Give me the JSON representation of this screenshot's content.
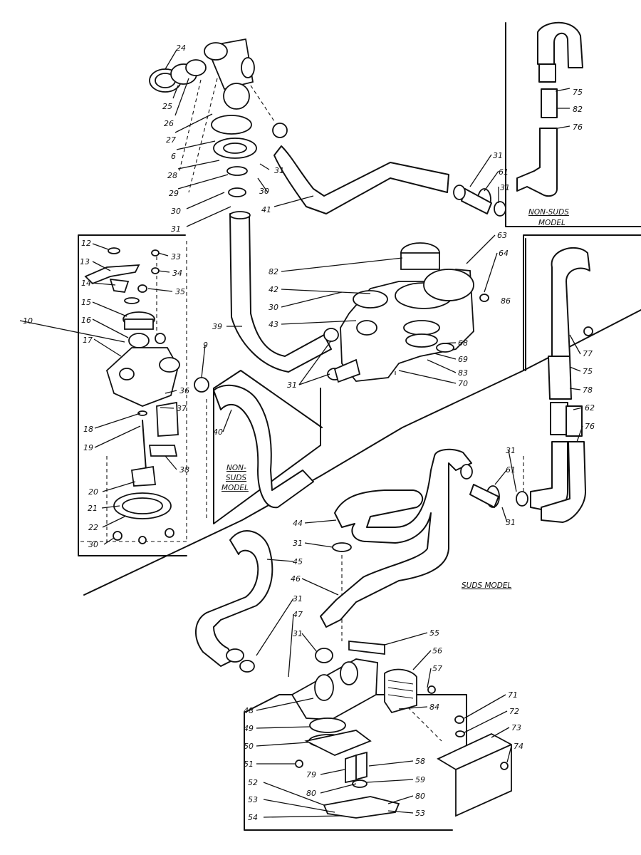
{
  "panels": {
    "non_suds_top": [
      "NON-SUDS",
      "MODEL"
    ],
    "non_suds_left": [
      "NON-",
      "SUDS",
      "MODEL"
    ],
    "suds": "SUDS MODEL"
  },
  "callouts": [
    {
      "id": "c24",
      "text": "24"
    },
    {
      "id": "c25",
      "text": "25"
    },
    {
      "id": "c26",
      "text": "26"
    },
    {
      "id": "c27",
      "text": "27"
    },
    {
      "id": "c6",
      "text": "6"
    },
    {
      "id": "c28",
      "text": "28"
    },
    {
      "id": "c29",
      "text": "29"
    },
    {
      "id": "c30a",
      "text": "30"
    },
    {
      "id": "c31a",
      "text": "31"
    },
    {
      "id": "c30b",
      "text": "30"
    },
    {
      "id": "c31b",
      "text": "31"
    },
    {
      "id": "c41",
      "text": "41"
    },
    {
      "id": "c31c",
      "text": "31"
    },
    {
      "id": "c61a",
      "text": "61"
    },
    {
      "id": "c31d",
      "text": "31"
    },
    {
      "id": "c75a",
      "text": "75"
    },
    {
      "id": "c82a",
      "text": "82"
    },
    {
      "id": "c76a",
      "text": "76"
    },
    {
      "id": "c12",
      "text": "12"
    },
    {
      "id": "c13",
      "text": "13"
    },
    {
      "id": "c14",
      "text": "14"
    },
    {
      "id": "c15",
      "text": "15"
    },
    {
      "id": "c10",
      "text": "10"
    },
    {
      "id": "c16",
      "text": "16"
    },
    {
      "id": "c17",
      "text": "17"
    },
    {
      "id": "c33",
      "text": "33"
    },
    {
      "id": "c34",
      "text": "34"
    },
    {
      "id": "c35",
      "text": "35"
    },
    {
      "id": "c36",
      "text": "36"
    },
    {
      "id": "c37",
      "text": "37"
    },
    {
      "id": "c18",
      "text": "18"
    },
    {
      "id": "c19",
      "text": "19"
    },
    {
      "id": "c38",
      "text": "38"
    },
    {
      "id": "c20",
      "text": "20"
    },
    {
      "id": "c21",
      "text": "21"
    },
    {
      "id": "c22",
      "text": "22"
    },
    {
      "id": "c30c",
      "text": "30"
    },
    {
      "id": "c9",
      "text": "9"
    },
    {
      "id": "c39",
      "text": "39"
    },
    {
      "id": "c40",
      "text": "40"
    },
    {
      "id": "c82b",
      "text": "82"
    },
    {
      "id": "c42",
      "text": "42"
    },
    {
      "id": "c30d",
      "text": "30"
    },
    {
      "id": "c43",
      "text": "43"
    },
    {
      "id": "c31e",
      "text": "31"
    },
    {
      "id": "c63",
      "text": "63"
    },
    {
      "id": "c64",
      "text": "64"
    },
    {
      "id": "c86",
      "text": "86"
    },
    {
      "id": "c68",
      "text": "68"
    },
    {
      "id": "c69",
      "text": "69"
    },
    {
      "id": "c83",
      "text": "83"
    },
    {
      "id": "c70",
      "text": "70"
    },
    {
      "id": "c77",
      "text": "77"
    },
    {
      "id": "c75b",
      "text": "75"
    },
    {
      "id": "c78",
      "text": "78"
    },
    {
      "id": "c62",
      "text": "62"
    },
    {
      "id": "c76b",
      "text": "76"
    },
    {
      "id": "c31f",
      "text": "31"
    },
    {
      "id": "c61b",
      "text": "61"
    },
    {
      "id": "c31g",
      "text": "31"
    },
    {
      "id": "c44",
      "text": "44"
    },
    {
      "id": "c31h",
      "text": "31"
    },
    {
      "id": "c45",
      "text": "45"
    },
    {
      "id": "c46",
      "text": "46"
    },
    {
      "id": "c31i",
      "text": "31"
    },
    {
      "id": "c47",
      "text": "47"
    },
    {
      "id": "c31j",
      "text": "31"
    },
    {
      "id": "c55",
      "text": "55"
    },
    {
      "id": "c56",
      "text": "56"
    },
    {
      "id": "c57",
      "text": "57"
    },
    {
      "id": "c48",
      "text": "48"
    },
    {
      "id": "c84",
      "text": "84"
    },
    {
      "id": "c49",
      "text": "49"
    },
    {
      "id": "c50",
      "text": "50"
    },
    {
      "id": "c51",
      "text": "51"
    },
    {
      "id": "c79",
      "text": "79"
    },
    {
      "id": "c58",
      "text": "58"
    },
    {
      "id": "c59",
      "text": "59"
    },
    {
      "id": "c52",
      "text": "52"
    },
    {
      "id": "c80a",
      "text": "80"
    },
    {
      "id": "c80b",
      "text": "80"
    },
    {
      "id": "c53a",
      "text": "53"
    },
    {
      "id": "c54",
      "text": "54"
    },
    {
      "id": "c53b",
      "text": "53"
    },
    {
      "id": "c71",
      "text": "71"
    },
    {
      "id": "c72",
      "text": "72"
    },
    {
      "id": "c73",
      "text": "73"
    },
    {
      "id": "c74",
      "text": "74"
    }
  ]
}
